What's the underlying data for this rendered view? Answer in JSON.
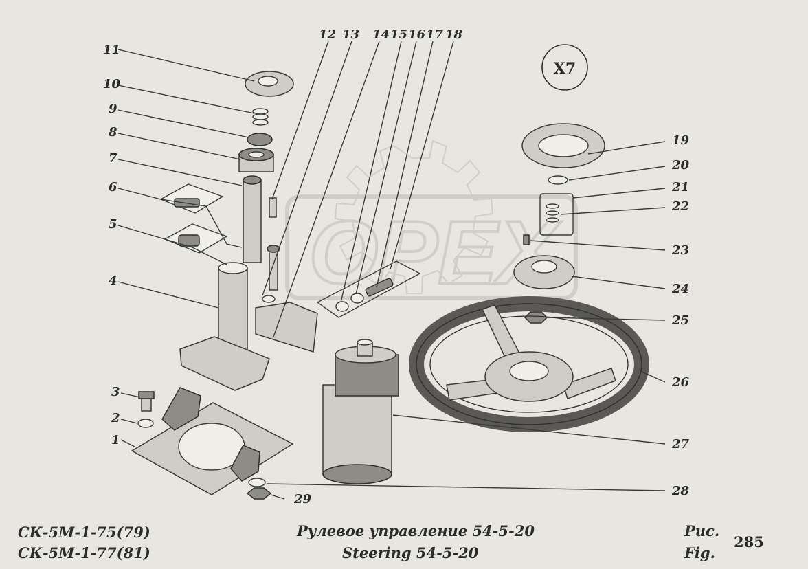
{
  "badge": "X7",
  "watermark": "OPEX",
  "callouts": [
    "1",
    "2",
    "3",
    "4",
    "5",
    "6",
    "7",
    "8",
    "9",
    "10",
    "11",
    "12",
    "13",
    "14",
    "15",
    "16",
    "17",
    "18",
    "19",
    "20",
    "21",
    "22",
    "23",
    "24",
    "25",
    "26",
    "27",
    "28",
    "29"
  ],
  "footer": {
    "model_line1": "СК-5М-1-75(79)",
    "model_line2": "СК-5М-1-77(81)",
    "title_ru": "Рулевое управление 54-5-20",
    "title_en": "Steering 54-5-20",
    "fig_ru": "Рис.",
    "fig_en": "Fig.",
    "fig_number": "285"
  }
}
